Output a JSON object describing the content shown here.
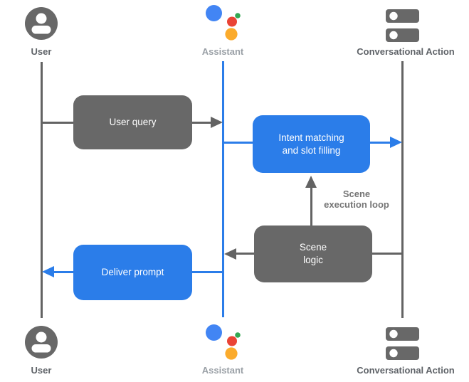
{
  "colors": {
    "blue": "#2b7de9",
    "box_gray": "#686868",
    "line_gray": "#636363",
    "label_dark": "#5f6368",
    "label_light": "#9aa0a6",
    "annotation_gray": "#757575",
    "assistant_blue": "#4285F4",
    "assistant_red": "#EA4335",
    "assistant_green": "#34A853",
    "assistant_yellow": "#FBAB2C",
    "white": "#ffffff"
  },
  "icons": {
    "user": "person-circle-icon",
    "assistant": "google-assistant-dots-icon",
    "conversational_action": "server-stack-icon"
  },
  "actors": {
    "user": {
      "label": "User"
    },
    "assistant": {
      "label": "Assistant"
    },
    "conversational_action": {
      "label": "Conversational Action"
    }
  },
  "boxes": {
    "user_query": {
      "label": "User query"
    },
    "intent_matching": {
      "line1": "Intent matching",
      "line2": "and slot filling"
    },
    "scene_logic": {
      "line1": "Scene",
      "line2": "logic"
    },
    "deliver_prompt": {
      "label": "Deliver prompt"
    }
  },
  "annotations": {
    "scene_execution_loop": {
      "line1": "Scene",
      "line2": "execution loop"
    }
  }
}
